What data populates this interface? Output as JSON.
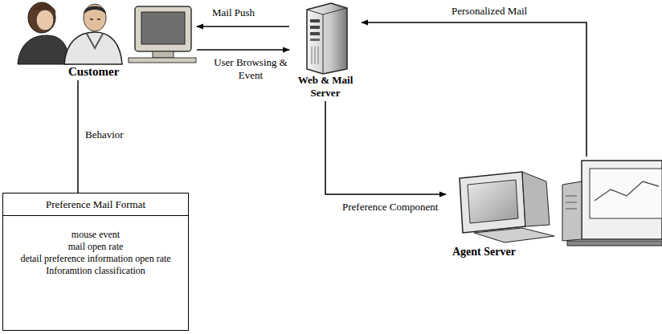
{
  "diagram": {
    "nodes": [
      {
        "text": [
          "Customer"
        ]
      },
      {
        "text": [
          "Web & Mail Server"
        ]
      },
      {
        "text": [
          "Agent Server"
        ]
      },
      {
        "text": [
          "Preference Mail Format",
          "mouse event",
          "mail open rate",
          "detail preference information open rate",
          "Inforamtion classification"
        ]
      }
    ],
    "edges": [
      {
        "from": 1,
        "to": 0,
        "arrow": "to",
        "label": "Mail Push"
      },
      {
        "from": 0,
        "to": 1,
        "arrow": "to",
        "label": "User Browsing & Event"
      },
      {
        "from": 0,
        "to": 3,
        "arrow": "none",
        "label": "Behavior"
      },
      {
        "from": 1,
        "to": 2,
        "arrow": "to",
        "label": "Preference Component"
      },
      {
        "from": 2,
        "to": 1,
        "arrow": "to",
        "label": "Personalized Mail"
      }
    ]
  }
}
